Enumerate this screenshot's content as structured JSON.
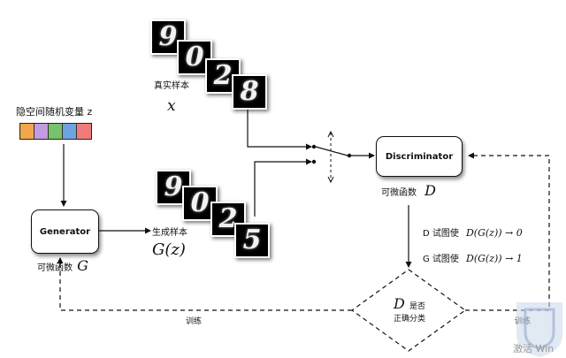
{
  "latent_label": "隐空间随机变量 z",
  "latent_colors": [
    "#f0a84a",
    "#c39be0",
    "#77c26a",
    "#6fa3e0",
    "#f07b7b"
  ],
  "generator": {
    "label": "Generator",
    "caption": "可微函数",
    "math": "G"
  },
  "real_samples": {
    "label": "真实样本",
    "math": "x",
    "digits": [
      "9",
      "0",
      "2",
      "8"
    ]
  },
  "fake_samples": {
    "label": "生成样本",
    "math": "G(z)",
    "digits": [
      "9",
      "0",
      "2",
      "5"
    ]
  },
  "discriminator": {
    "label": "Discriminator",
    "caption": "可微函数",
    "math": "D"
  },
  "objectives": [
    {
      "prefix": "D 试图使",
      "expr": "D(G(z)) → 0"
    },
    {
      "prefix": "G 试图使",
      "expr": "D(G(z)) → 1"
    }
  ],
  "decision": {
    "math": "D",
    "line1": "是否",
    "line2": "正确分类"
  },
  "train_left": "训练",
  "train_right": "训练",
  "watermark": "激活 Win"
}
